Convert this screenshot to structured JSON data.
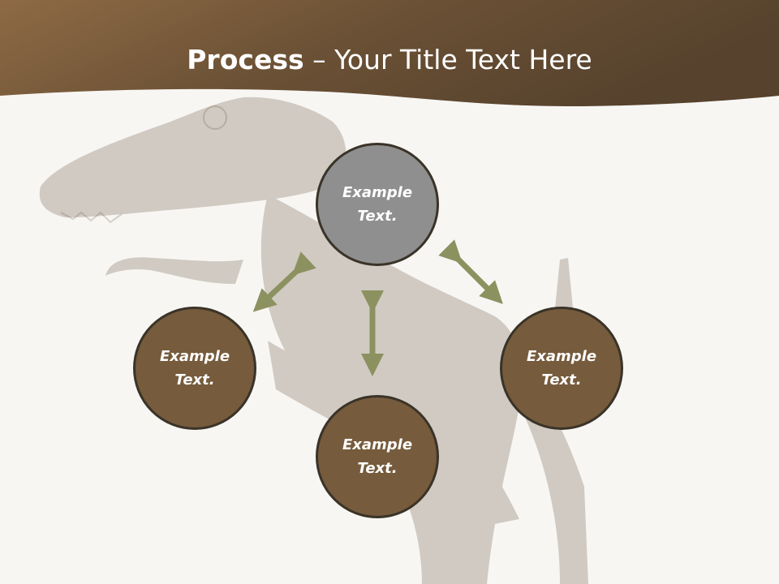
{
  "title": {
    "bold": "Process",
    "rest": " – Your Title Text Here"
  },
  "nodes": [
    {
      "label": "Example Text.",
      "color": "#8f8f8f"
    },
    {
      "label": "Example Text.",
      "color": "#765b3c"
    },
    {
      "label": "Example Text.",
      "color": "#765b3c"
    },
    {
      "label": "Example Text.",
      "color": "#765b3c"
    }
  ],
  "colors": {
    "header": "#7a5c3c",
    "arrow": "#8c9160",
    "node_border": "#3a3328",
    "background": "#f8f6f3"
  },
  "background_image": "faded-dinosaur-illustration"
}
